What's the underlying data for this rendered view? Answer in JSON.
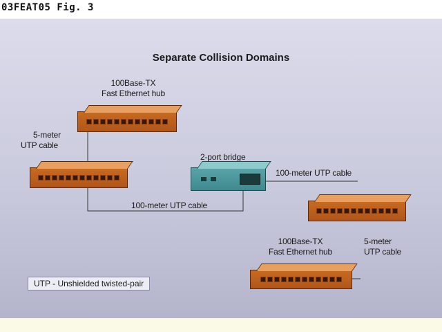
{
  "figure_label": "03FEAT05  Fig. 3",
  "title": "Separate Collision Domains",
  "labels": {
    "hub_top_line1": "100Base-TX",
    "hub_top_line2": "Fast Ethernet hub",
    "cable_left_line1": "5-meter",
    "cable_left_line2": "UTP cable",
    "bridge": "2-port bridge",
    "cable_right_100m": "100-meter UTP cable",
    "cable_bottom_100m": "100-meter UTP cable",
    "hub_bottom_line1": "100Base-TX",
    "hub_bottom_line2": "Fast Ethernet hub",
    "cable_right_line1": "5-meter",
    "cable_right_line2": "UTP cable"
  },
  "legend": "UTP - Unshielded twisted-pair",
  "colors": {
    "hub_body": "#b85c1c",
    "bridge_body": "#4a9498",
    "background": "#c8c8dc",
    "cable": "#333333"
  }
}
